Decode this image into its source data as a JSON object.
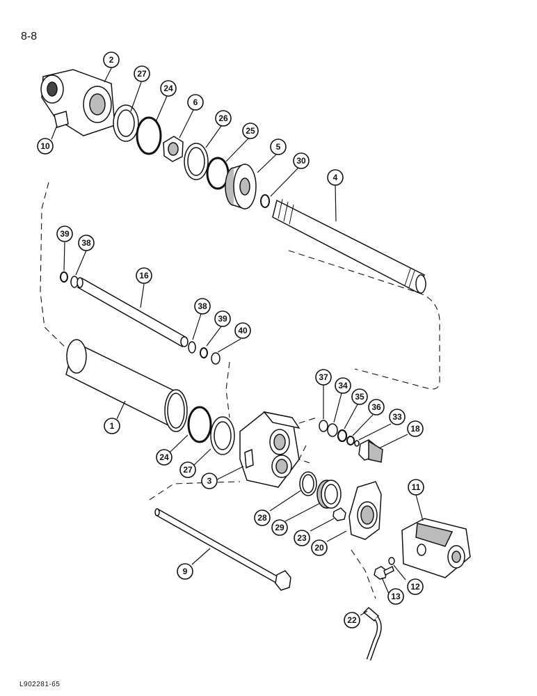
{
  "page": {
    "number": "8-8",
    "ref_code": "L902281-65"
  },
  "callouts": [
    "2",
    "27",
    "24",
    "6",
    "26",
    "25",
    "5",
    "30",
    "4",
    "10",
    "39",
    "38",
    "16",
    "38",
    "39",
    "40",
    "1",
    "24",
    "27",
    "3",
    "37",
    "34",
    "35",
    "36",
    "33",
    "18",
    "11",
    "28",
    "29",
    "23",
    "20",
    "9",
    "13",
    "12",
    "22"
  ]
}
